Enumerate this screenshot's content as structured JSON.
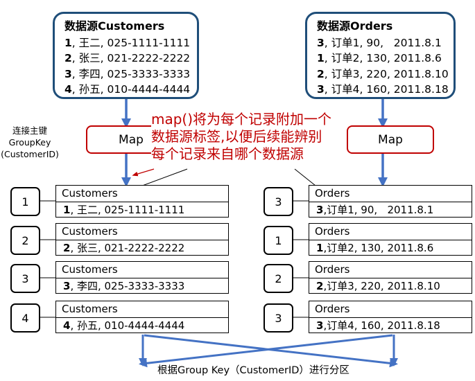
{
  "source_customers": {
    "title": "数据源Customers",
    "records": [
      {
        "id": "1",
        "text": ", 王二, 025-1111-1111"
      },
      {
        "id": "2",
        "text": ", 张三, 021-2222-2222"
      },
      {
        "id": "3",
        "text": ", 李四, 025-3333-3333"
      },
      {
        "id": "4",
        "text": ", 孙五, 010-4444-4444"
      }
    ]
  },
  "source_orders": {
    "title": "数据源Orders",
    "records": [
      {
        "id": "3",
        "text": ", 订单1, 90,   2011.8.1"
      },
      {
        "id": "1",
        "text": ", 订单2, 130, 2011.8.6"
      },
      {
        "id": "2",
        "text": ", 订单3, 220, 2011.8.10"
      },
      {
        "id": "3",
        "text": ", 订单4, 160, 2011.8.18"
      }
    ]
  },
  "map_label": "Map",
  "note_lines": [
    "map()将为每个记录附加一个",
    "数据源标签,以便后续能辨别",
    "每个记录来自哪个数据源"
  ],
  "key_label_lines": [
    "连接主键",
    "GroupKey",
    "(CustomerID)"
  ],
  "customer_records": [
    {
      "key": "1",
      "tag": "Customers",
      "id": "1",
      "text": ", 王二, 025-1111-1111"
    },
    {
      "key": "2",
      "tag": "Customers",
      "id": "2",
      "text": ", 张三, 021-2222-2222"
    },
    {
      "key": "3",
      "tag": "Customers",
      "id": "3",
      "text": ", 李四, 025-3333-3333"
    },
    {
      "key": "4",
      "tag": "Customers",
      "id": "4",
      "text": ", 孙五, 010-4444-4444"
    }
  ],
  "order_records": [
    {
      "key": "3",
      "tag": "Orders",
      "id": "3",
      "text": ",订单1, 90,   2011.8.1"
    },
    {
      "key": "1",
      "tag": "Orders",
      "id": "1",
      "text": ",订单2, 130, 2011.8.6"
    },
    {
      "key": "2",
      "tag": "Orders",
      "id": "2",
      "text": ",订单3, 220, 2011.8.10"
    },
    {
      "key": "3",
      "tag": "Orders",
      "id": "3",
      "text": ",订单4, 160, 2011.8.18"
    }
  ],
  "bottom_label": "根据Group Key（CustomerID）进行分区",
  "colors": {
    "source_border": "#1f4e79",
    "flow_arrow": "#4472c4",
    "map_border": "#c00000",
    "note_text": "#c00000"
  }
}
